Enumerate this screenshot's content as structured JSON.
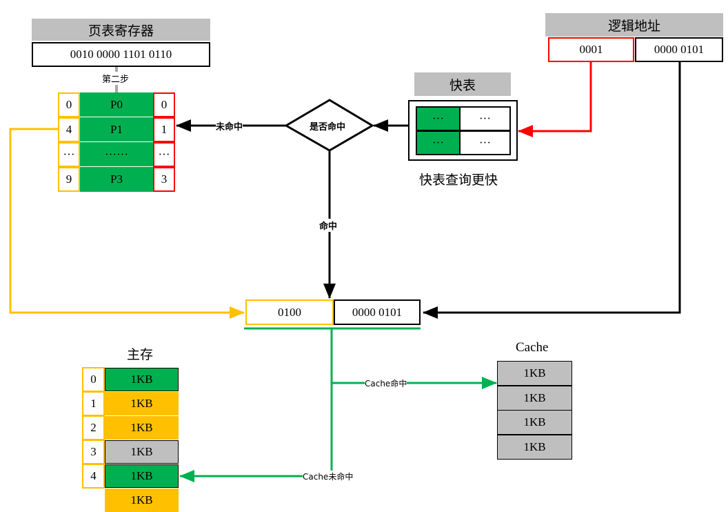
{
  "page_register": {
    "title": "页表寄存器",
    "value": "0010  0000  1101  0110",
    "step": "第二步"
  },
  "page_table": {
    "pages": [
      "0",
      "4",
      "···",
      "9"
    ],
    "frames": [
      "P0",
      "P1",
      "······",
      "P3"
    ],
    "blocks": [
      "0",
      "1",
      "···",
      "3"
    ]
  },
  "logical_address": {
    "title": "逻辑地址",
    "page_no": "0001",
    "offset": "0000  0101"
  },
  "tlb": {
    "title": "快表",
    "cells": [
      "···",
      "···",
      "···",
      "···"
    ],
    "caption": "快表查询更快"
  },
  "decision": {
    "label": "是否命中",
    "miss": "未命中",
    "hit": "命中"
  },
  "physical_address": {
    "frame": "0100",
    "offset": "0000  0101"
  },
  "main_memory": {
    "title": "主存",
    "indices": [
      "0",
      "1",
      "2",
      "3",
      "4"
    ],
    "blocks": [
      "1KB",
      "1KB",
      "1KB",
      "1KB",
      "1KB",
      "1KB"
    ]
  },
  "cache": {
    "title": "Cache",
    "blocks": [
      "1KB",
      "1KB",
      "1KB",
      "1KB"
    ]
  },
  "cache_labels": {
    "hit": "Cache命中",
    "miss": "Cache未命中"
  },
  "colors": {
    "green": "#00b050",
    "yellow": "#ffc000",
    "red": "#ff0000",
    "gray": "#bfbfbf"
  }
}
